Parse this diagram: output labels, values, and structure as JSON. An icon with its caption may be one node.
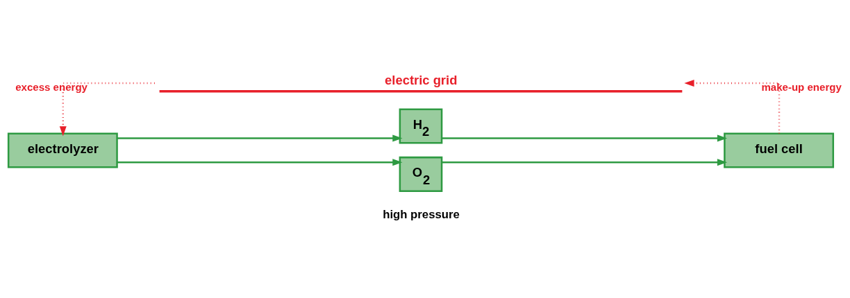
{
  "diagram": {
    "nodes": [
      {
        "text": [
          "electric grid"
        ]
      },
      {
        "text": [
          "electrolyzer"
        ]
      },
      {
        "text": [
          "H$_{2}$"
        ]
      },
      {
        "text": [
          "O$_{2}$"
        ]
      },
      {
        "text": [
          "fuel cell"
        ]
      }
    ],
    "edges": [
      {
        "from": 0,
        "to": 1,
        "arrow": "to",
        "label": "excess energy",
        "style": "dashed",
        "color": "#e8202a"
      },
      {
        "from": 1,
        "to": 2,
        "arrow": "to"
      },
      {
        "from": 1,
        "to": 3,
        "arrow": "to"
      },
      {
        "from": 2,
        "to": 4,
        "arrow": "to"
      },
      {
        "from": 3,
        "to": 4,
        "arrow": "to"
      },
      {
        "from": 4,
        "to": 0,
        "arrow": "to",
        "label": "make-up energy",
        "style": "dashed",
        "color": "#e8202a"
      }
    ],
    "labels": [
      "high pressure"
    ]
  }
}
